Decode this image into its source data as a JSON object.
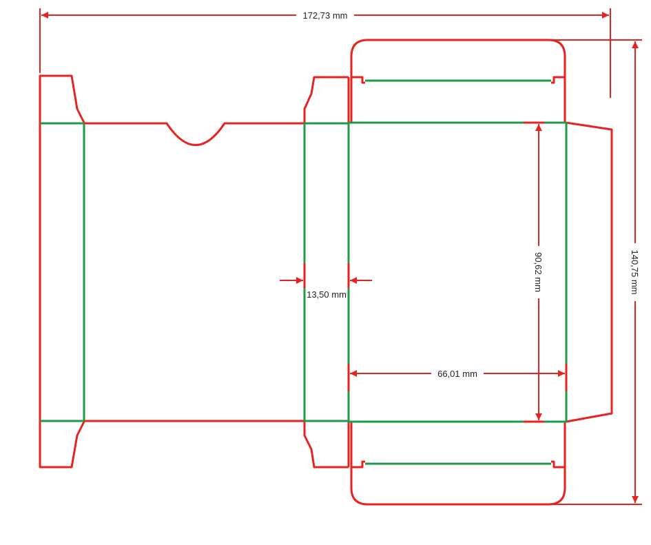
{
  "colors": {
    "cut": "#e8231f",
    "fold": "#1e9a4a",
    "dimension": "#e8231f",
    "label": "#222222",
    "background": "#ffffff"
  },
  "dimensions": {
    "total_width": "172,73 mm",
    "total_height": "140,75 mm",
    "panel_height": "90,62 mm",
    "panel_width": "66,01 mm",
    "side_width": "13,50 mm"
  }
}
